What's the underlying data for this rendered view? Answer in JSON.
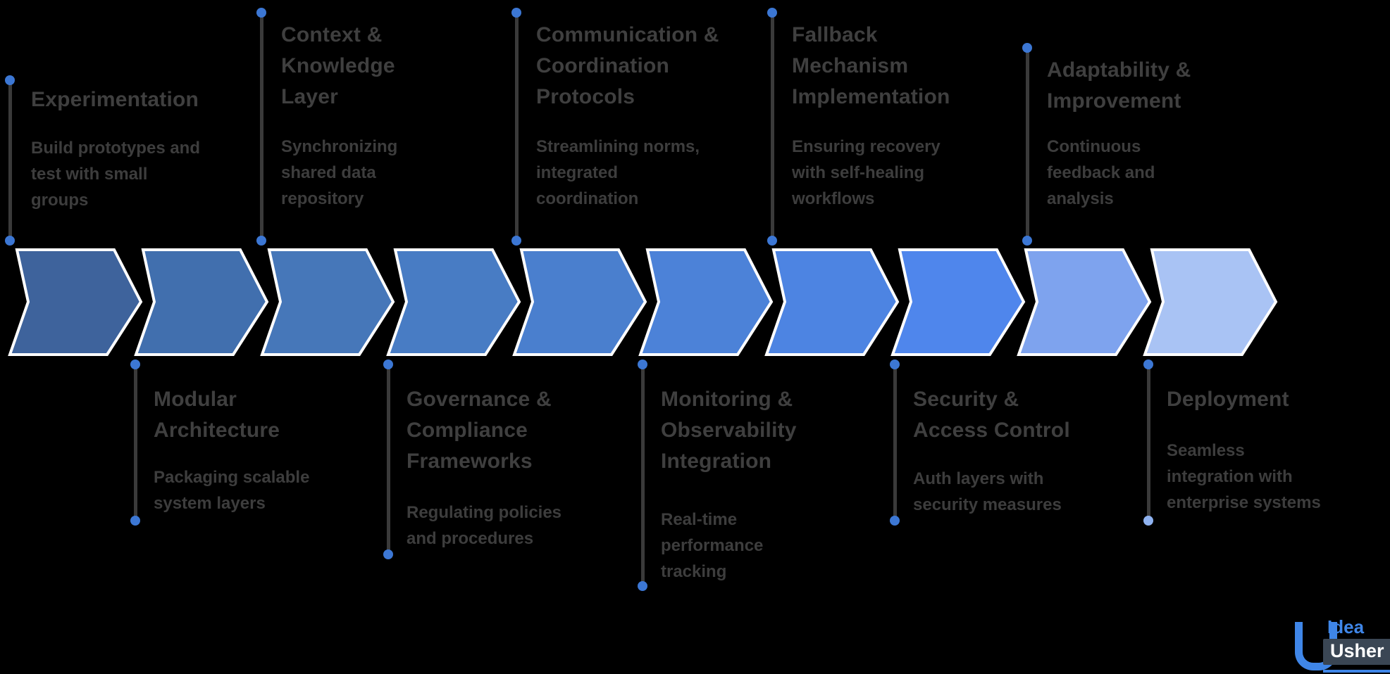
{
  "diagram": {
    "type": "process-timeline",
    "direction": "left-to-right",
    "background_color": "#000000",
    "connector_color": "#3a3a3a",
    "dot_color": "#3c77d4",
    "text_color": "#3d3d3d",
    "steps": [
      {
        "n": 1,
        "position": "top",
        "title": "Experimentation",
        "desc": "Build prototypes and test with small groups",
        "arrow_color": "#3e639c"
      },
      {
        "n": 2,
        "position": "bottom",
        "title": "Modular Architecture",
        "desc": "Packaging scalable system layers",
        "arrow_color": "#416fae"
      },
      {
        "n": 3,
        "position": "top",
        "title": "Context & Knowledge Layer",
        "desc": "Synchronizing shared data repository",
        "arrow_color": "#4677b9"
      },
      {
        "n": 4,
        "position": "bottom",
        "title": "Governance & Compliance Frameworks",
        "desc": "Regulating policies and procedures",
        "arrow_color": "#487cc4"
      },
      {
        "n": 5,
        "position": "top",
        "title": "Communication & Coordination Protocols",
        "desc": "Streamlining norms, integrated coordination",
        "arrow_color": "#4a7fce"
      },
      {
        "n": 6,
        "position": "bottom",
        "title": "Monitoring & Observability Integration",
        "desc": "Real-time performance tracking",
        "arrow_color": "#4c82d8"
      },
      {
        "n": 7,
        "position": "top",
        "title": "Fallback Mechanism Implementation",
        "desc": "Ensuring recovery with self-healing workflows",
        "arrow_color": "#4d84e2"
      },
      {
        "n": 8,
        "position": "bottom",
        "title": "Security & Access Control",
        "desc": "Auth layers with security measures",
        "arrow_color": "#4f86ec"
      },
      {
        "n": 9,
        "position": "top",
        "title": "Adaptability & Improvement",
        "desc": "Continuous feedback and analysis",
        "arrow_color": "#7ea3ee"
      },
      {
        "n": 10,
        "position": "bottom",
        "title": "Deployment",
        "desc": "Seamless integration with enterprise systems",
        "arrow_color": "#a9c3f4"
      }
    ]
  },
  "logo": {
    "brand_top": "Idea",
    "brand_bottom": "Usher",
    "accent_color": "#3f86e8",
    "box_color": "#3a4654"
  }
}
